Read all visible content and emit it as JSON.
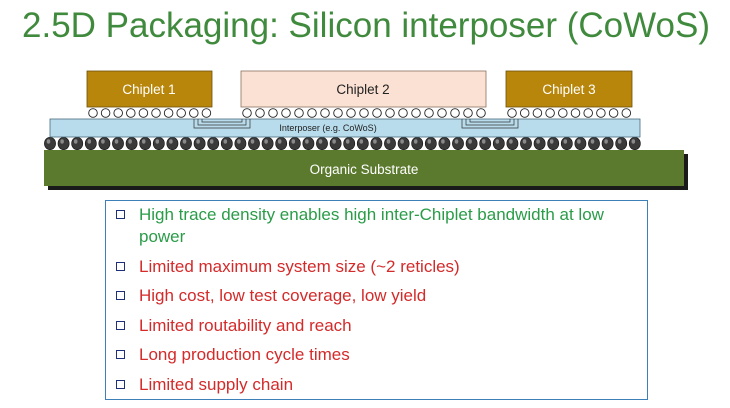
{
  "title": "2.5D Packaging: Silicon interposer (CoWoS)",
  "diagram": {
    "chiplets": [
      "Chiplet 1",
      "Chiplet 2",
      "Chiplet 3"
    ],
    "interposer_label": "Interposer (e.g. CoWoS)",
    "substrate_label": "Organic Substrate",
    "colors": {
      "chiplet_gold": "#b8860b",
      "chiplet_pink": "#fbe1d3",
      "interposer": "#b8dcec",
      "substrate": "#5b7a2e",
      "bump_dark": "#3a3a3a"
    }
  },
  "bullets": [
    {
      "kind": "pro",
      "text": "High trace density enables high inter-Chiplet bandwidth at low power"
    },
    {
      "kind": "con",
      "text": "Limited maximum system size (~2 reticles)"
    },
    {
      "kind": "con",
      "text": "High cost, low test coverage, low yield"
    },
    {
      "kind": "con",
      "text": "Limited routability and reach"
    },
    {
      "kind": "con",
      "text": "Long production cycle times"
    },
    {
      "kind": "con",
      "text": "Limited supply chain"
    }
  ]
}
